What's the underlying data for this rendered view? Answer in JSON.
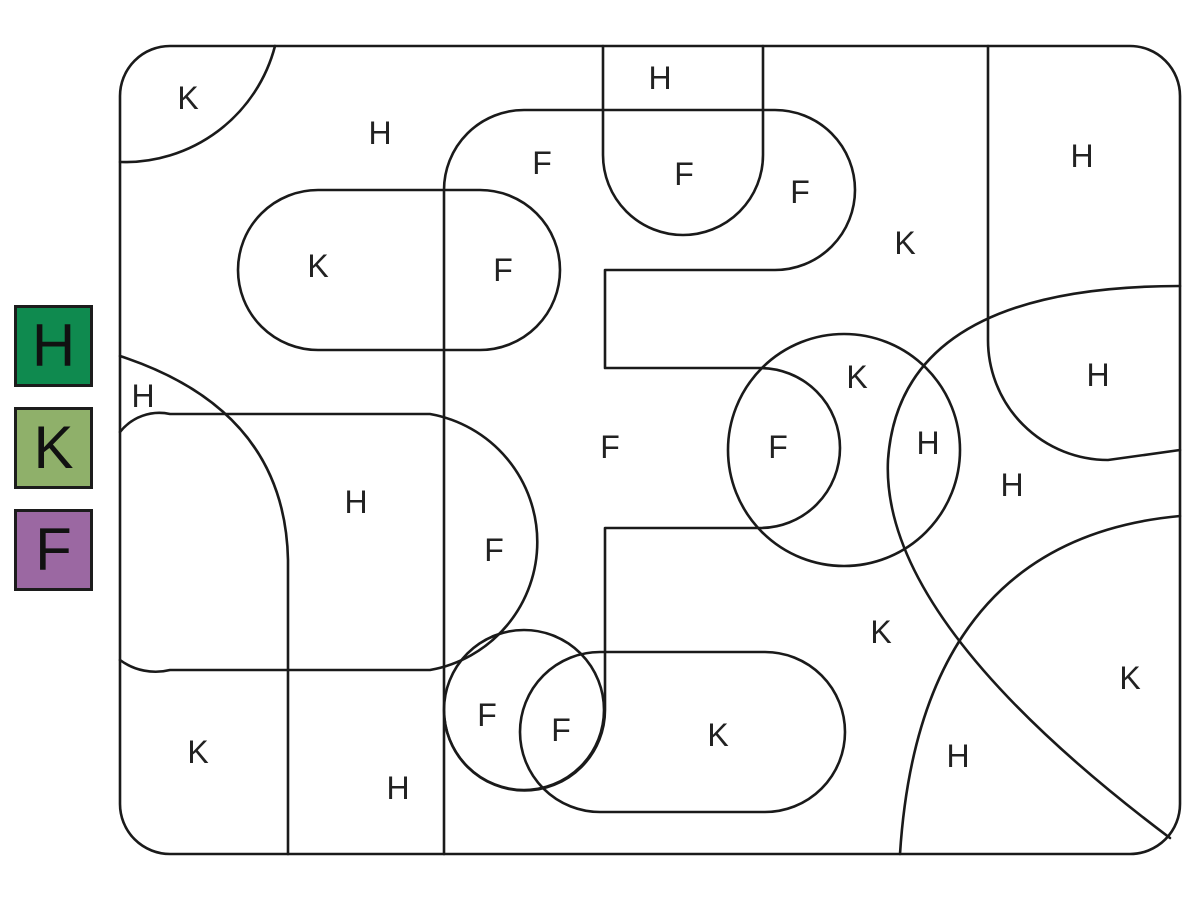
{
  "legend": [
    {
      "key": "H",
      "color": "#0f8a4f"
    },
    {
      "key": "K",
      "color": "#8fb06a"
    },
    {
      "key": "F",
      "color": "#9b68a2"
    }
  ],
  "regions": [
    {
      "letter": "K"
    },
    {
      "letter": "H"
    },
    {
      "letter": "H"
    },
    {
      "letter": "F"
    },
    {
      "letter": "F"
    },
    {
      "letter": "F"
    },
    {
      "letter": "H"
    },
    {
      "letter": "K"
    },
    {
      "letter": "F"
    },
    {
      "letter": "K"
    },
    {
      "letter": "H"
    },
    {
      "letter": "K"
    },
    {
      "letter": "H"
    },
    {
      "letter": "F"
    },
    {
      "letter": "F"
    },
    {
      "letter": "H"
    },
    {
      "letter": "H"
    },
    {
      "letter": "H"
    },
    {
      "letter": "F"
    },
    {
      "letter": "K"
    },
    {
      "letter": "K"
    },
    {
      "letter": "F"
    },
    {
      "letter": "F"
    },
    {
      "letter": "K"
    },
    {
      "letter": "K"
    },
    {
      "letter": "H"
    },
    {
      "letter": "H"
    }
  ]
}
